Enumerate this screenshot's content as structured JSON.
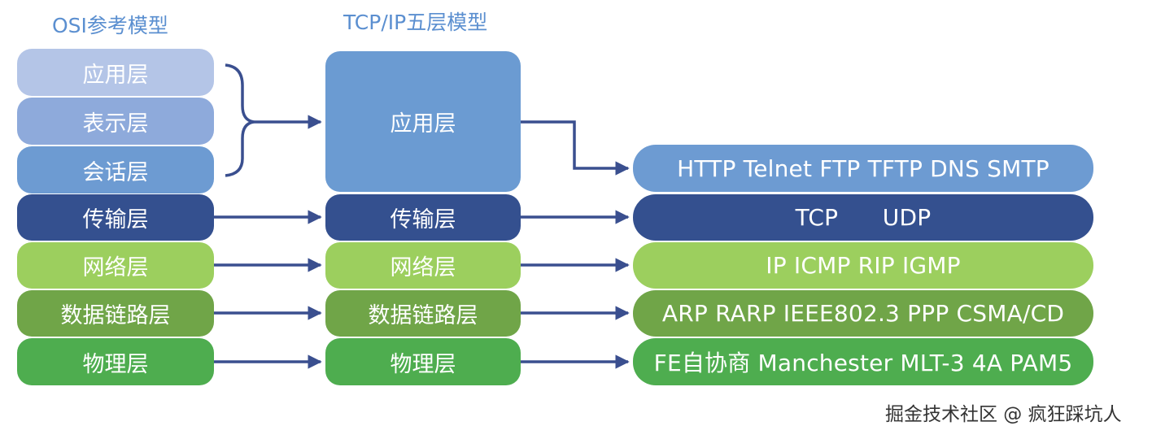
{
  "titles": {
    "osi": "OSI参考模型",
    "tcpip": "TCP/IP五层模型"
  },
  "osi_layers": [
    "应用层",
    "表示层",
    "会话层",
    "传输层",
    "网络层",
    "数据链路层",
    "物理层"
  ],
  "tcpip_layers": [
    "应用层",
    "传输层",
    "网络层",
    "数据链路层",
    "物理层"
  ],
  "protocols": {
    "application": "HTTP Telnet FTP TFTP DNS SMTP",
    "transport": "TCP      UDP",
    "network": "IP ICMP RIP IGMP",
    "datalink": "ARP RARP IEEE802.3 PPP CSMA/CD",
    "physical": "FE自协商 Manchester MLT-3 4A PAM5"
  },
  "watermark": "掘金技术社区 @ 疯狂踩坑人",
  "colors": {
    "arrow": "#3a4f8f",
    "title": "#5b8fd0",
    "application_osi": "#b4c5e7",
    "presentation": "#8eaadb",
    "session": "#6d9bd2",
    "application_tcpip": "#6b9bd2",
    "transport": "#34508f",
    "network": "#9ccf5e",
    "datalink": "#70a548",
    "physical": "#4ead4f"
  }
}
